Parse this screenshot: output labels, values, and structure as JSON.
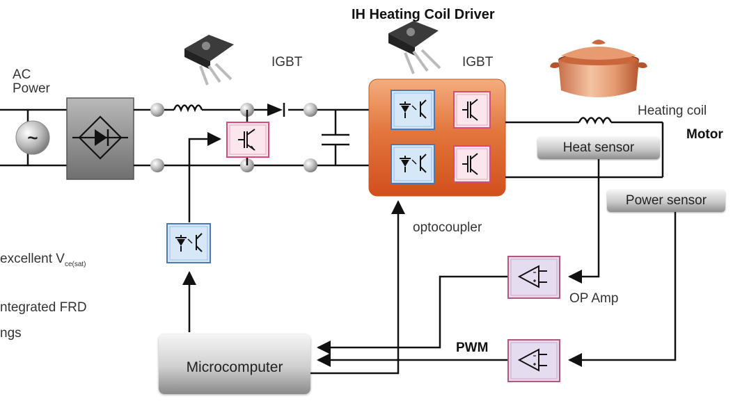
{
  "title": "IH Heating Coil Driver",
  "ac_power": {
    "line1": "AC",
    "line2": "Power",
    "symbol": "~"
  },
  "labels": {
    "igbt_left": "IGBT",
    "igbt_right": "IGBT",
    "heating_coil": "Heating coil",
    "motor": "Motor",
    "optocoupler": "optocoupler",
    "op_amp": "OP Amp",
    "pwm": "PWM"
  },
  "sensors": {
    "heat": "Heat sensor",
    "power": "Power sensor"
  },
  "microcomputer": "Microcomputer",
  "left_notes": {
    "line1_main": "excellent V",
    "line1_sub": "ce(sat)",
    "line2": "ntegrated FRD",
    "line3": "ngs"
  },
  "colors": {
    "wire": "#111111",
    "igbt_box_fill": "#fbe6ee",
    "igbt_box_border": "#d94a7a",
    "opto_box_fill": "#d6e8f8",
    "opto_box_border": "#4a78b8",
    "opamp_box_fill": "#e6dcef",
    "opamp_box_border": "#b2587a",
    "driver_module_top": "#f09a63",
    "driver_module_bottom": "#d9521c"
  }
}
